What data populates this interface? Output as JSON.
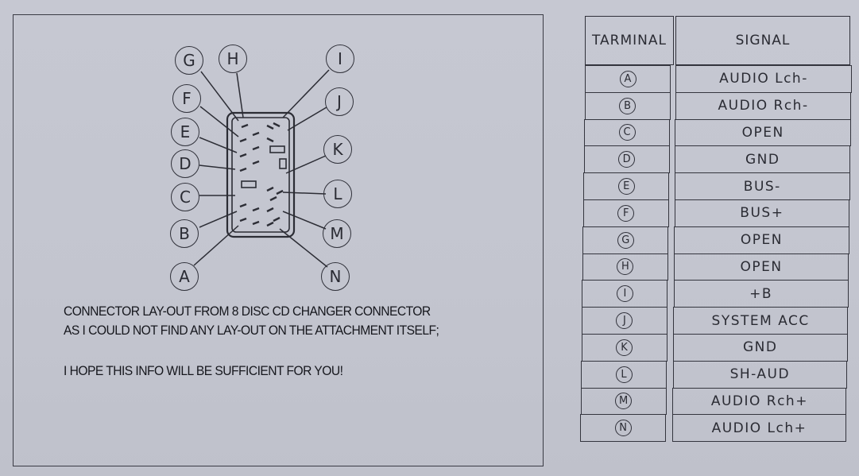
{
  "diagram": {
    "callouts": [
      "A",
      "B",
      "C",
      "D",
      "E",
      "F",
      "G",
      "H",
      "I",
      "J",
      "K",
      "L",
      "M",
      "N"
    ]
  },
  "notes": {
    "line1": "CONNECTOR LAY-OUT FROM 8 DISC CD CHANGER CONNECTOR",
    "line2": "AS I COULD NOT FIND ANY LAY-OUT ON THE ATTACHMENT ITSELF;",
    "line3": "I HOPE THIS INFO WILL BE SUFFICIENT FOR YOU!"
  },
  "table": {
    "header_terminal": "TARMINAL",
    "header_signal": "SIGNAL",
    "rows": [
      {
        "terminal": "A",
        "signal": "AUDIO Lch-"
      },
      {
        "terminal": "B",
        "signal": "AUDIO Rch-"
      },
      {
        "terminal": "C",
        "signal": "OPEN"
      },
      {
        "terminal": "D",
        "signal": "GND"
      },
      {
        "terminal": "E",
        "signal": "BUS-"
      },
      {
        "terminal": "F",
        "signal": "BUS+"
      },
      {
        "terminal": "G",
        "signal": "OPEN"
      },
      {
        "terminal": "H",
        "signal": "OPEN"
      },
      {
        "terminal": "I",
        "signal": "+B"
      },
      {
        "terminal": "J",
        "signal": "SYSTEM ACC"
      },
      {
        "terminal": "K",
        "signal": "GND"
      },
      {
        "terminal": "L",
        "signal": "SH-AUD"
      },
      {
        "terminal": "M",
        "signal": "AUDIO Rch+"
      },
      {
        "terminal": "N",
        "signal": "AUDIO Lch+"
      }
    ]
  }
}
